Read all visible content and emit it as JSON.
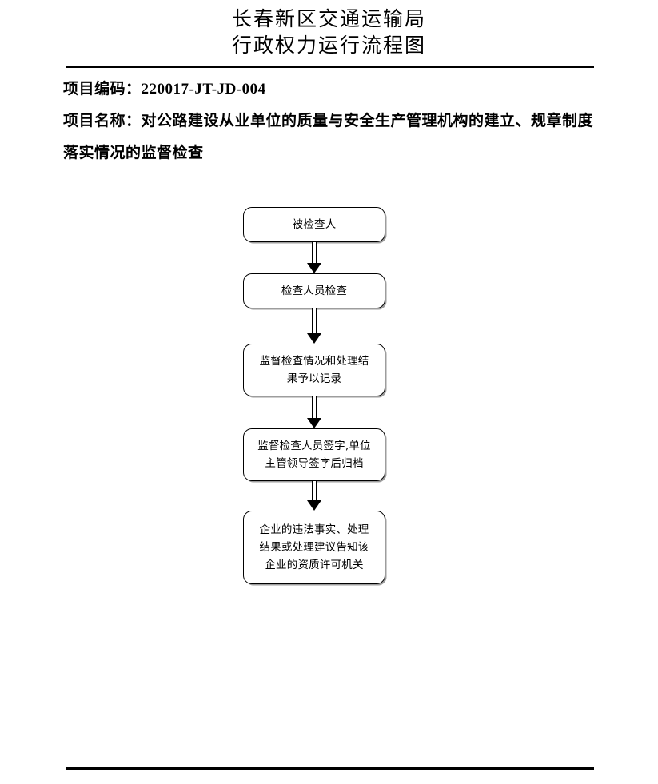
{
  "header": {
    "title_line1": "长春新区交通运输局",
    "title_line2": "行政权力运行流程图"
  },
  "meta": {
    "code_label": "项目编码：",
    "code_value": "220017-JT-JD-004",
    "name_label": "项目名称：",
    "name_value": "对公路建设从业单位的质量与安全生产管理机构的建立、规章制度落实情况的监督检查"
  },
  "flowchart": {
    "type": "flowchart",
    "orientation": "vertical",
    "node_shape": "rounded-rectangle",
    "connector": "down-arrow",
    "nodes": [
      {
        "id": "n1",
        "label": "被检查人",
        "lines": 1
      },
      {
        "id": "n2",
        "label": "检查人员检查",
        "lines": 1
      },
      {
        "id": "n3",
        "label": "监督检查情况和处理结\n果予以记录",
        "lines": 2
      },
      {
        "id": "n4",
        "label": "监督检查人员签字,单位\n主管领导签字后归档",
        "lines": 2
      },
      {
        "id": "n5",
        "label": "企业的违法事实、处理\n结果或处理建议告知该\n企业的资质许可机关",
        "lines": 3
      }
    ],
    "edges": [
      {
        "from": "n1",
        "to": "n2"
      },
      {
        "from": "n2",
        "to": "n3"
      },
      {
        "from": "n3",
        "to": "n4"
      },
      {
        "from": "n4",
        "to": "n5"
      }
    ]
  },
  "colors": {
    "ink": "#000000",
    "paper": "#ffffff",
    "node_shadow": "#9d9d9d"
  }
}
